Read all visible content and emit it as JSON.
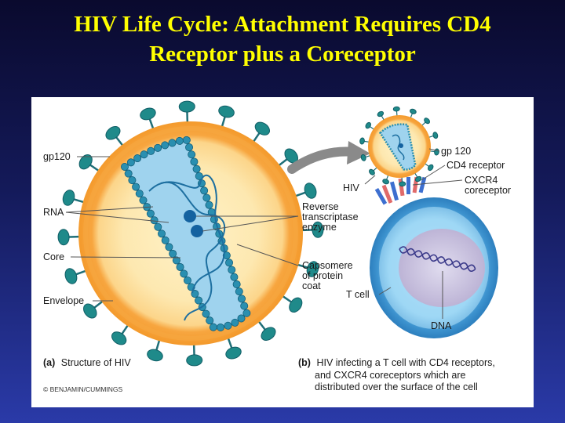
{
  "slide": {
    "title_line1": "HIV Life Cycle: Attachment Requires CD4",
    "title_line2": "Receptor plus a Coreceptor"
  },
  "panel_a": {
    "labels": {
      "gp120": "gp120",
      "rna": "RNA",
      "core": "Core",
      "envelope": "Envelope",
      "rt_line1": "Reverse",
      "rt_line2": "transcriptase",
      "rt_line3": "enzyme",
      "caps_line1": "Capsomere",
      "caps_line2": "of protein",
      "caps_line3": "coat"
    },
    "caption_letter": "(a)",
    "caption_text": "Structure of HIV",
    "credit": "© BENJAMIN/CUMMINGS"
  },
  "panel_b": {
    "labels": {
      "gp120": "gp 120",
      "cd4": "CD4 receptor",
      "cxcr4_line1": "CXCR4",
      "cxcr4_line2": "coreceptor",
      "hiv": "HIV",
      "tcell": "T cell",
      "dna": "DNA"
    },
    "caption_letter": "(b)",
    "caption_line1": "HIV infecting a T cell with CD4 receptors,",
    "caption_line2": "and CXCR4 coreceptors which are",
    "caption_line3": "distributed over the surface of the cell"
  },
  "colors": {
    "envelope_orange": "#f7a640",
    "capsid_blue": "#9fd3ee",
    "bead_teal": "#2a8fb0",
    "spike_teal": "#1f8a8a",
    "tcell_blue": "#3d93cf",
    "nucleus_lavender": "#c7bedc",
    "title_yellow": "#ffff00"
  }
}
